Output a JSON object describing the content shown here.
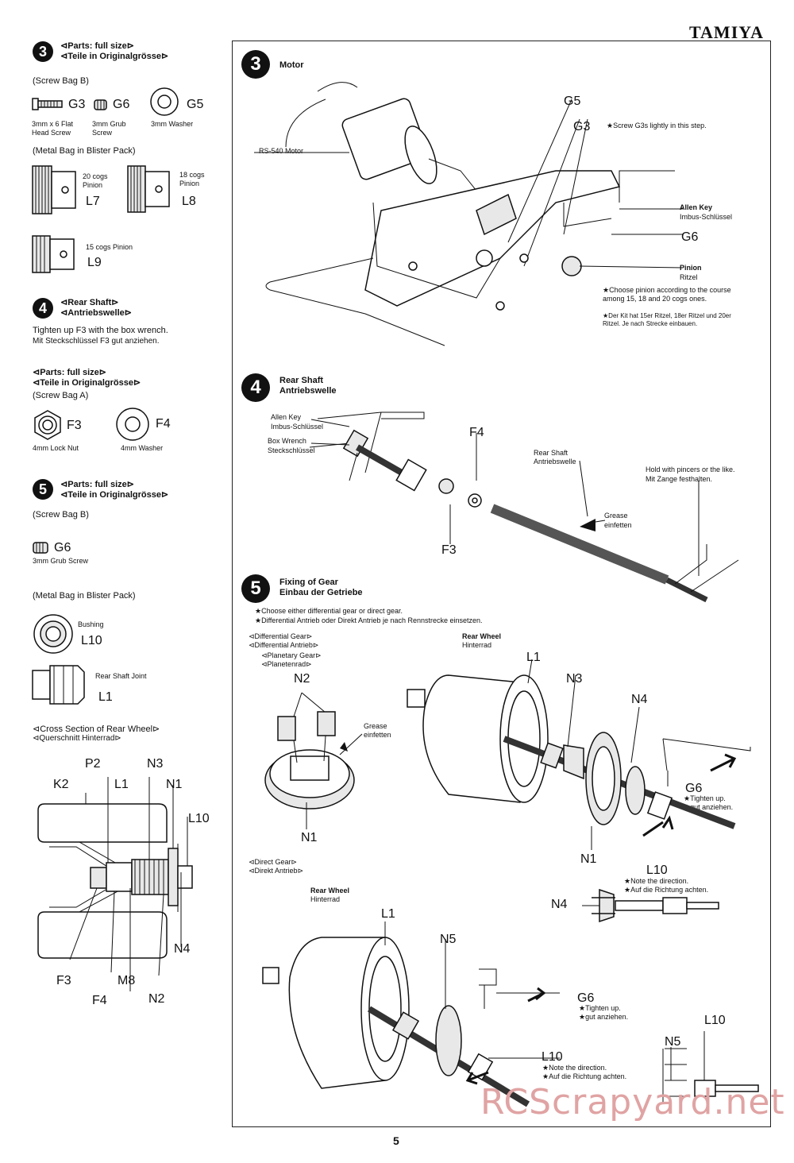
{
  "header": {
    "brand": "TAMIYA"
  },
  "left": {
    "s3": {
      "num": "3",
      "title_en": "⊲Parts: full size⊳",
      "title_de": "⊲Teile in Originalgrösse⊳",
      "bag_b": "(Screw Bag B)",
      "g3": "G3",
      "g6": "G6",
      "g5": "G5",
      "g3_desc": "3mm x 6 Flat\nHead Screw",
      "g6_desc": "3mm Grub\nScrew",
      "g5_desc": "3mm Washer",
      "metal_bag": "(Metal Bag in Blister Pack)",
      "l7_desc": "20 cogs\nPinion",
      "l7": "L7",
      "l8_desc": "18 cogs\nPinion",
      "l8": "L8",
      "l9_desc": "15 cogs Pinion",
      "l9": "L9"
    },
    "s4": {
      "num": "4",
      "title_en": "⊲Rear Shaft⊳",
      "title_de": "⊲Antriebswelle⊳",
      "text_en": "Tighten up F3 with the box wrench.",
      "text_de": "Mit Steckschlüssel F3 gut anziehen.",
      "parts_en": "⊲Parts: full size⊳",
      "parts_de": "⊲Teile in Originalgrösse⊳",
      "bag_a": "(Screw Bag A)",
      "f3": "F3",
      "f4": "F4",
      "f3_desc": "4mm Lock Nut",
      "f4_desc": "4mm Washer"
    },
    "s5": {
      "num": "5",
      "title_en": "⊲Parts: full size⊳",
      "title_de": "⊲Teile in Originalgrösse⊳",
      "bag_b": "(Screw Bag B)",
      "g6": "G6",
      "g6_desc": "3mm Grub Screw",
      "metal_bag": "(Metal Bag in Blister Pack)",
      "l10_desc": "Bushing",
      "l10": "L10",
      "l1_desc": "Rear Shaft Joint",
      "l1": "L1",
      "cross_en": "⊲Cross Section of Rear Wheel⊳",
      "cross_de": "⊲Querschnitt Hinterrad⊳",
      "labels": {
        "p2": "P2",
        "n3": "N3",
        "k2": "K2",
        "l1": "L1",
        "n1": "N1",
        "l10": "L10",
        "n4": "N4",
        "f3": "F3",
        "m8": "M8",
        "f4": "F4",
        "n2": "N2"
      }
    }
  },
  "panel": {
    "s3": {
      "num": "3",
      "title": "Motor",
      "motor": "RS-540 Motor",
      "g5": "G5",
      "g3": "G3",
      "g6": "G6",
      "note": "★Screw G3s lightly in this step.",
      "allen_en": "Allen Key",
      "allen_de": "Imbus-Schlüssel",
      "pinion_en": "Pinion",
      "pinion_de": "Ritzel",
      "choose_en": "★Choose pinion according to the course among 15, 18 and 20 cogs ones.",
      "choose_de": "★Der Kit hat 15er Ritzel, 18er Ritzel und 20er Ritzel. Je nach Strecke einbauen."
    },
    "s4": {
      "num": "4",
      "title_en": "Rear Shaft",
      "title_de": "Antriebswelle",
      "allen_en": "Allen Key",
      "allen_de": "Imbus-Schlüssel",
      "box_en": "Box Wrench",
      "box_de": "Steckschlüssel",
      "f4": "F4",
      "f3": "F3",
      "shaft_en": "Rear Shaft",
      "shaft_de": "Antriebswelle",
      "hold_en": "Hold with pincers or the like.",
      "hold_de": "Mit Zange festhalten.",
      "grease_en": "Grease",
      "grease_de": "einfetten"
    },
    "s5": {
      "num": "5",
      "title_en": "Fixing of Gear",
      "title_de": "Einbau der Getriebe",
      "choose_en": "★Choose either differential gear or direct gear.",
      "choose_de": "★Differential Antrieb oder Direkt Antrieb je nach Rennstrecke einsetzen.",
      "diff_en": "⊲Differential Gear⊳",
      "diff_de": "⊲Differential Antrieb⊳",
      "plan_en": "⊲Planetary Gear⊳",
      "plan_de": "⊲Planetenrad⊳",
      "n2": "N2",
      "grease_en": "Grease",
      "grease_de": "einfetten",
      "n1a": "N1",
      "wheel_en": "Rear Wheel",
      "wheel_de": "Hinterrad",
      "l1a": "L1",
      "n3": "N3",
      "n4a": "N4",
      "g6a": "G6",
      "tight_en": "★Tighten up.",
      "tight_de": "★gut anziehen.",
      "n1b": "N1",
      "l10a": "L10",
      "dir_en": "★Note the direction.",
      "dir_de": "★Auf die Richtung achten.",
      "n4b": "N4",
      "direct_en": "⊲Direct Gear⊳",
      "direct_de": "⊲Direkt Antrieb⊳",
      "wheel2_en": "Rear Wheel",
      "wheel2_de": "Hinterrad",
      "l1b": "L1",
      "n5a": "N5",
      "g6b": "G6",
      "tight2_en": "★Tighten up.",
      "tight2_de": "★gut anziehen.",
      "l10b": "L10",
      "dir2_en": "★Note the direction.",
      "dir2_de": "★Auf die Richtung achten.",
      "l10c": "L10",
      "n5b": "N5"
    }
  },
  "footer": {
    "page": "5",
    "watermark": "RCScrapyard.net"
  }
}
